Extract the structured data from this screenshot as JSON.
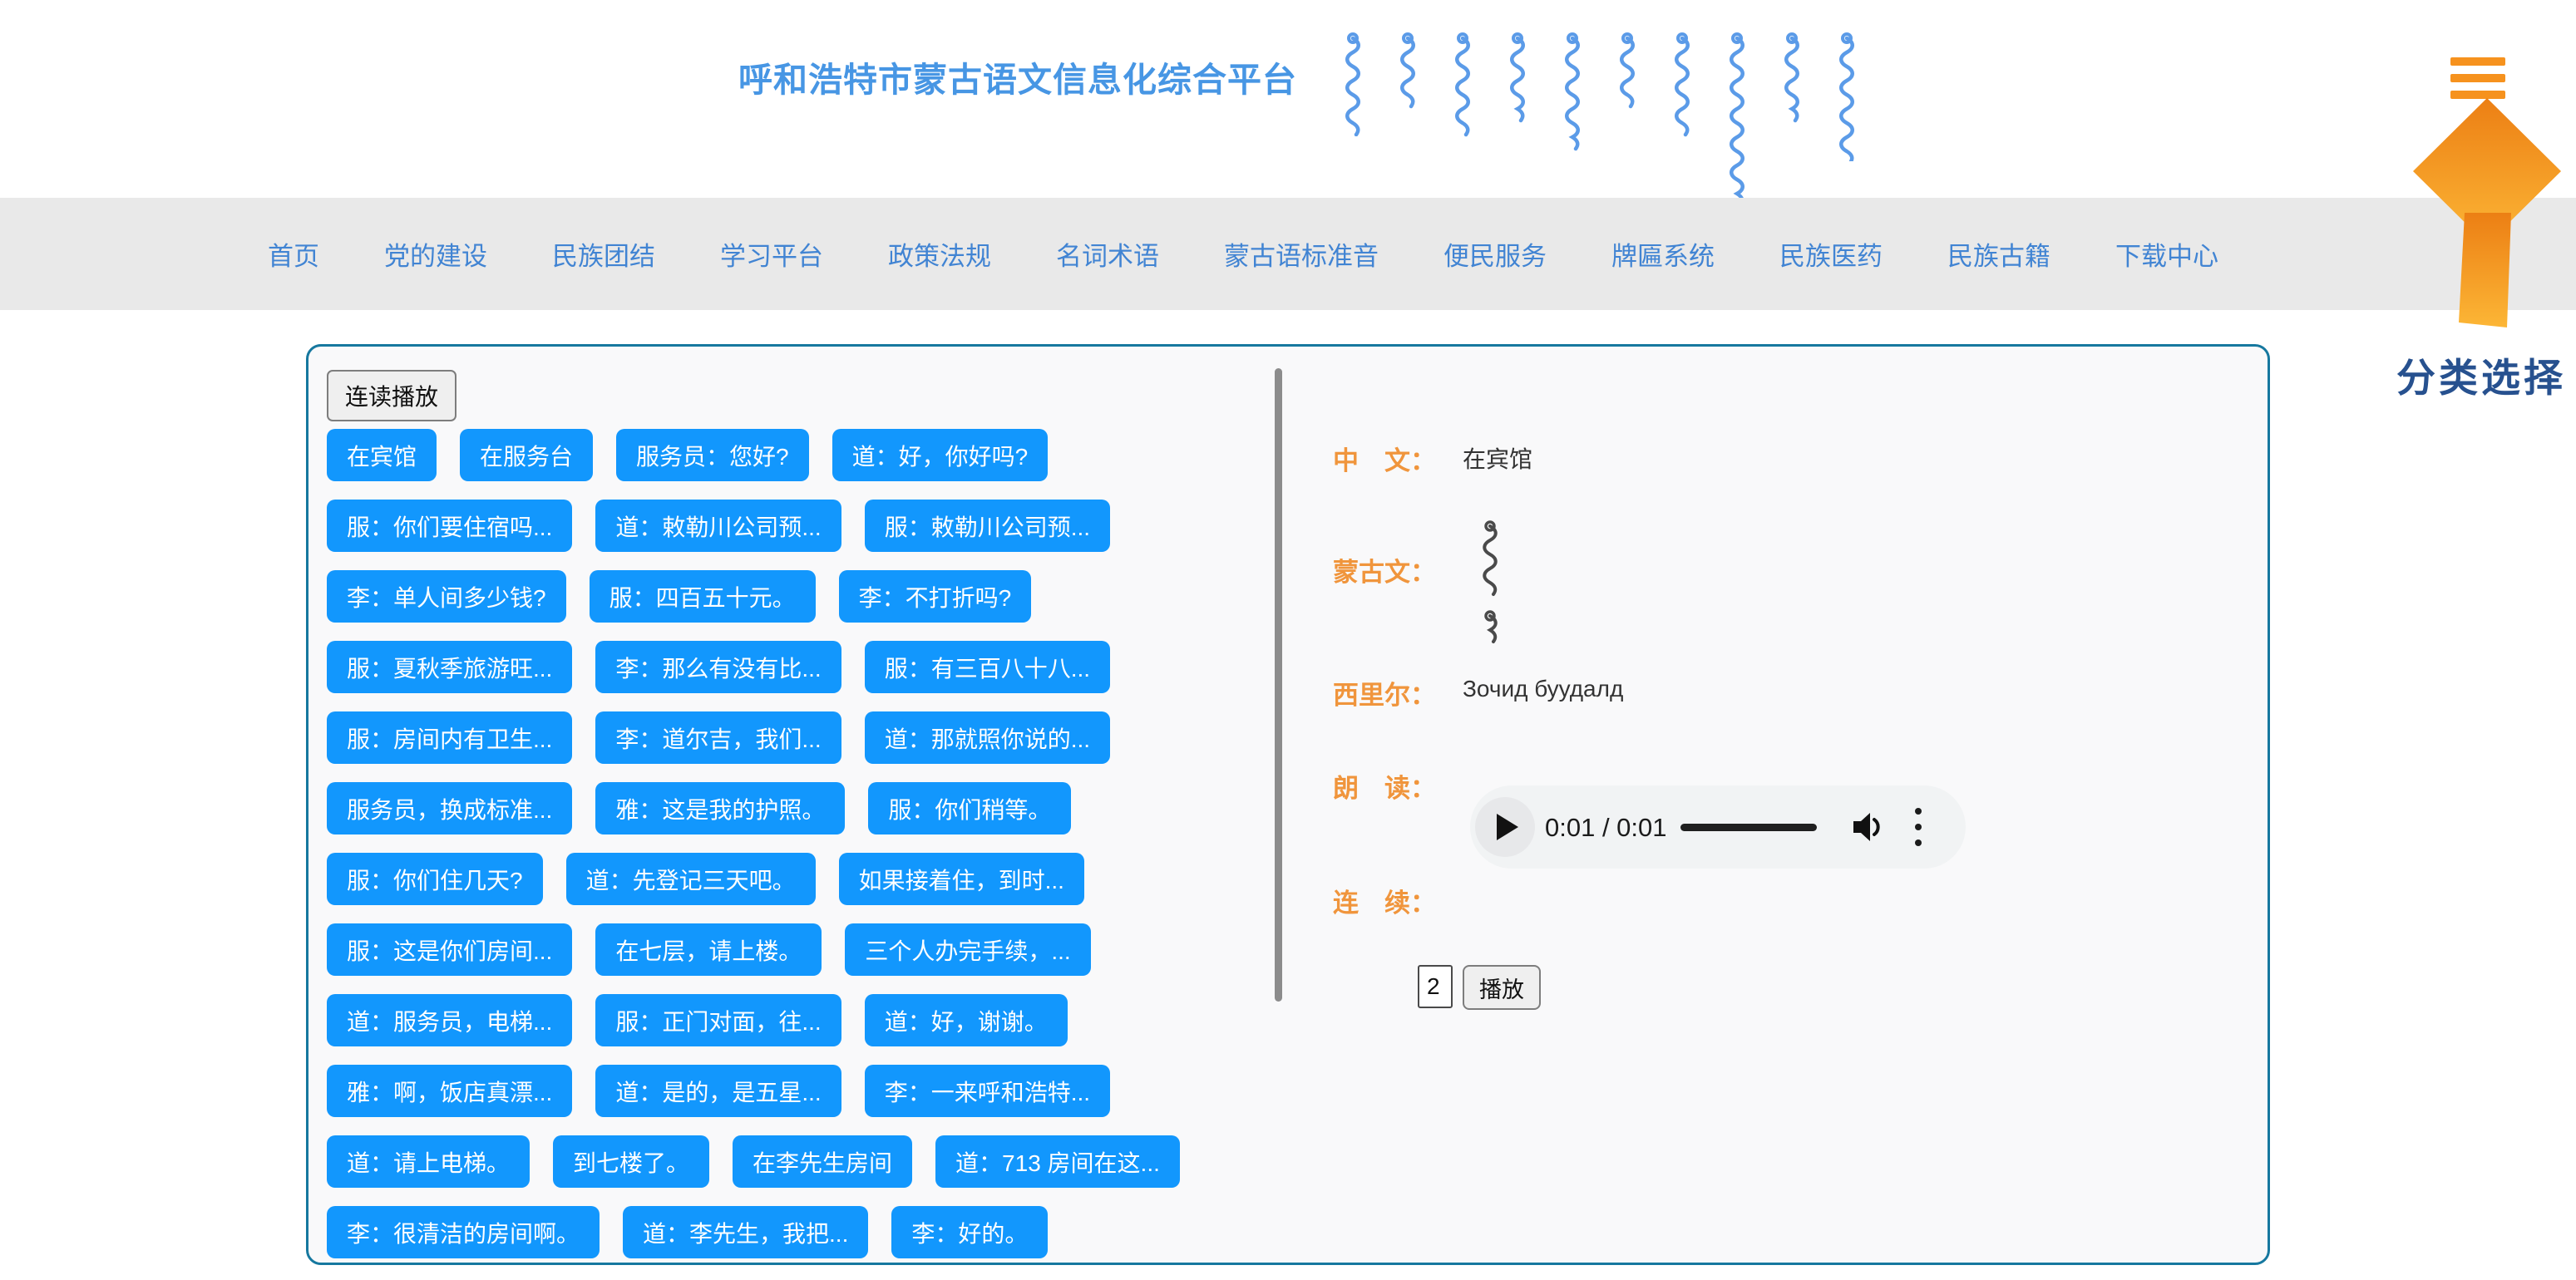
{
  "header": {
    "title": "呼和浩特市蒙古语文信息化综合平台",
    "hamburger_icon": "hamburger-menu-icon",
    "mongolian_decoration": "vertical mongolian script"
  },
  "nav": {
    "items": [
      "首页",
      "党的建设",
      "民族团结",
      "学习平台",
      "政策法规",
      "名词术语",
      "蒙古语标准音",
      "便民服务",
      "牌匾系统",
      "民族医药",
      "民族古籍",
      "下载中心"
    ]
  },
  "category_selector": {
    "label": "分类选择",
    "arrow_icon": "arrow-up-icon"
  },
  "left_panel": {
    "play_all_label": "连读播放",
    "rows": [
      [
        "在宾馆",
        "在服务台",
        "服务员：您好?",
        "道：好，你好吗?"
      ],
      [
        "服：你们要住宿吗...",
        "道：敕勒川公司预...",
        "服：敕勒川公司预..."
      ],
      [
        "李：单人间多少钱?",
        "服：四百五十元。",
        "李：不打折吗?"
      ],
      [
        "服：夏秋季旅游旺...",
        "李：那么有没有比...",
        "服：有三百八十八..."
      ],
      [
        "服：房间内有卫生...",
        "李：道尔吉，我们...",
        "道：那就照你说的..."
      ],
      [
        "服务员，换成标准...",
        "雅：这是我的护照。",
        "服：你们稍等。"
      ],
      [
        "服：你们住几天?",
        "道：先登记三天吧。",
        "如果接着住，到时..."
      ],
      [
        "服：这是你们房间...",
        "在七层，请上楼。",
        "三个人办完手续，..."
      ],
      [
        "道：服务员，电梯...",
        "服：正门对面，往...",
        "道：好，谢谢。"
      ],
      [
        "雅：啊，饭店真漂...",
        "道：是的，是五星...",
        "李：一来呼和浩特..."
      ],
      [
        "道：请上电梯。",
        "到七楼了。",
        "在李先生房间",
        "道：713 房间在这..."
      ],
      [
        "李：很清洁的房间啊。",
        "道：李先生，我把...",
        "李：好的。"
      ]
    ]
  },
  "right_panel": {
    "fields": {
      "chinese": {
        "label": "中　文：",
        "value": "在宾馆"
      },
      "mongolian": {
        "label": "蒙古文：",
        "value_note": "vertical mongolian script"
      },
      "cyrillic": {
        "label": "西里尔：",
        "value": "Зочид буудалд"
      },
      "reading": {
        "label": "朗　读："
      },
      "continuous": {
        "label": "连　续：",
        "count_value": "2",
        "play_label": "播放"
      }
    },
    "audio_player": {
      "time": "0:01 / 0:01",
      "play_icon": "play-icon",
      "volume_icon": "volume-icon",
      "menu_icon": "kebab-menu-icon"
    }
  },
  "colors": {
    "accent_blue_button": "#1297fd",
    "nav_link_blue": "#4184d3",
    "title_blue": "#4796e4",
    "panel_border_teal": "#16789f",
    "label_orange": "#f0953c",
    "arrow_orange": "#f6921e",
    "category_label_navy": "#27518f",
    "navbar_gray": "#e9e9e9"
  }
}
